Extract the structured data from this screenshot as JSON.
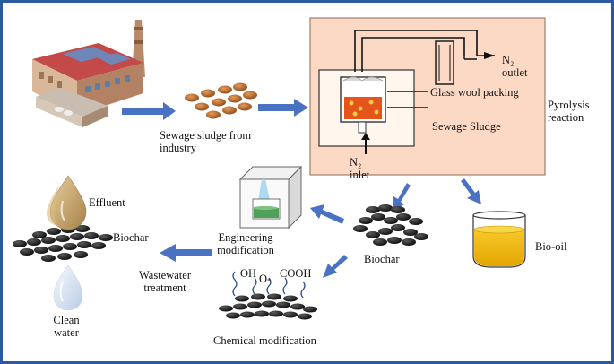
{
  "colors": {
    "frame": "#2c5aa0",
    "arrow": "#4a72c2",
    "reactor_bg": "#fbd9c4",
    "reactor_border": "#8a6b5a",
    "biochar": "#1c1c1c",
    "sludge": "#b56a2e",
    "bio_oil": "#f2b705",
    "water_drop": "#e2ecf8",
    "effluent_drop": "#c9a66b"
  },
  "labels": {
    "sewage_sludge": [
      "Sewage sludge from",
      "industry"
    ],
    "n2_outlet": [
      "N₂",
      "outlet"
    ],
    "glass_wool": "Glass wool packing",
    "pyrolysis": [
      "Pyrolysis",
      "reaction"
    ],
    "sewage_sludge_reactor": "Sewage Sludge",
    "n2_inlet": [
      "N₂",
      "inlet"
    ],
    "bio_oil": "Bio-oil",
    "biochar_center": "Biochar",
    "engineering": [
      "Engineering",
      "modification"
    ],
    "chemical": "Chemical modification",
    "wastewater": [
      "Wastewater",
      "treatment"
    ],
    "effluent": "Effluent",
    "biochar_left": "Biochar",
    "clean_water": [
      "Clean",
      "water"
    ],
    "oh": "OH",
    "o": "O-",
    "cooh": "COOH"
  },
  "icons": {
    "factory": "factory-icon",
    "sludge_pellets": "sludge-pellets-icon",
    "reactor": "pyrolysis-reactor-icon",
    "beaker": "bio-oil-beaker-icon",
    "biochar_pile": "biochar-pile-icon",
    "engineering_box": "engineering-modification-icon",
    "chemical_pile": "chemical-modified-biochar-icon",
    "effluent_drop": "effluent-drop-icon",
    "clean_drop": "clean-water-drop-icon"
  }
}
